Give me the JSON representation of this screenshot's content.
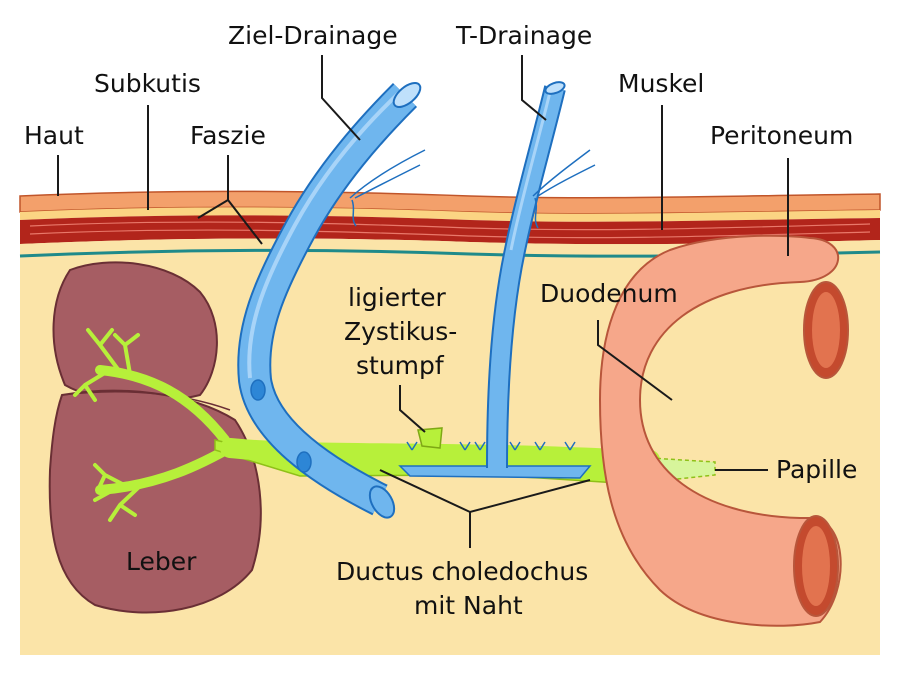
{
  "labels": {
    "haut": "Haut",
    "subkutis": "Subkutis",
    "faszie": "Faszie",
    "ziel_drainage": "Ziel-Drainage",
    "t_drainage": "T-Drainage",
    "muskel": "Muskel",
    "peritoneum": "Peritoneum",
    "ligierter_1": "ligierter",
    "ligierter_2": "Zystikus-",
    "ligierter_3": "stumpf",
    "duodenum": "Duodenum",
    "papille": "Papille",
    "leber": "Leber",
    "ductus_1": "Ductus choledochus",
    "ductus_2": "mit Naht"
  },
  "colors": {
    "cavity": "#fbe4a8",
    "skin": "#f3a06b",
    "subcutis": "#fbd483",
    "muscle": "#b2251b",
    "peritoneum": "#1f8a8a",
    "drain": "#6fb6ee",
    "drain_dark": "#1e6fbf",
    "bile_duct": "#b7f03a",
    "liver": "#a65d63",
    "duodenum": "#f6a78a"
  },
  "icons": {
    "suture": "suture-mark-icon"
  }
}
